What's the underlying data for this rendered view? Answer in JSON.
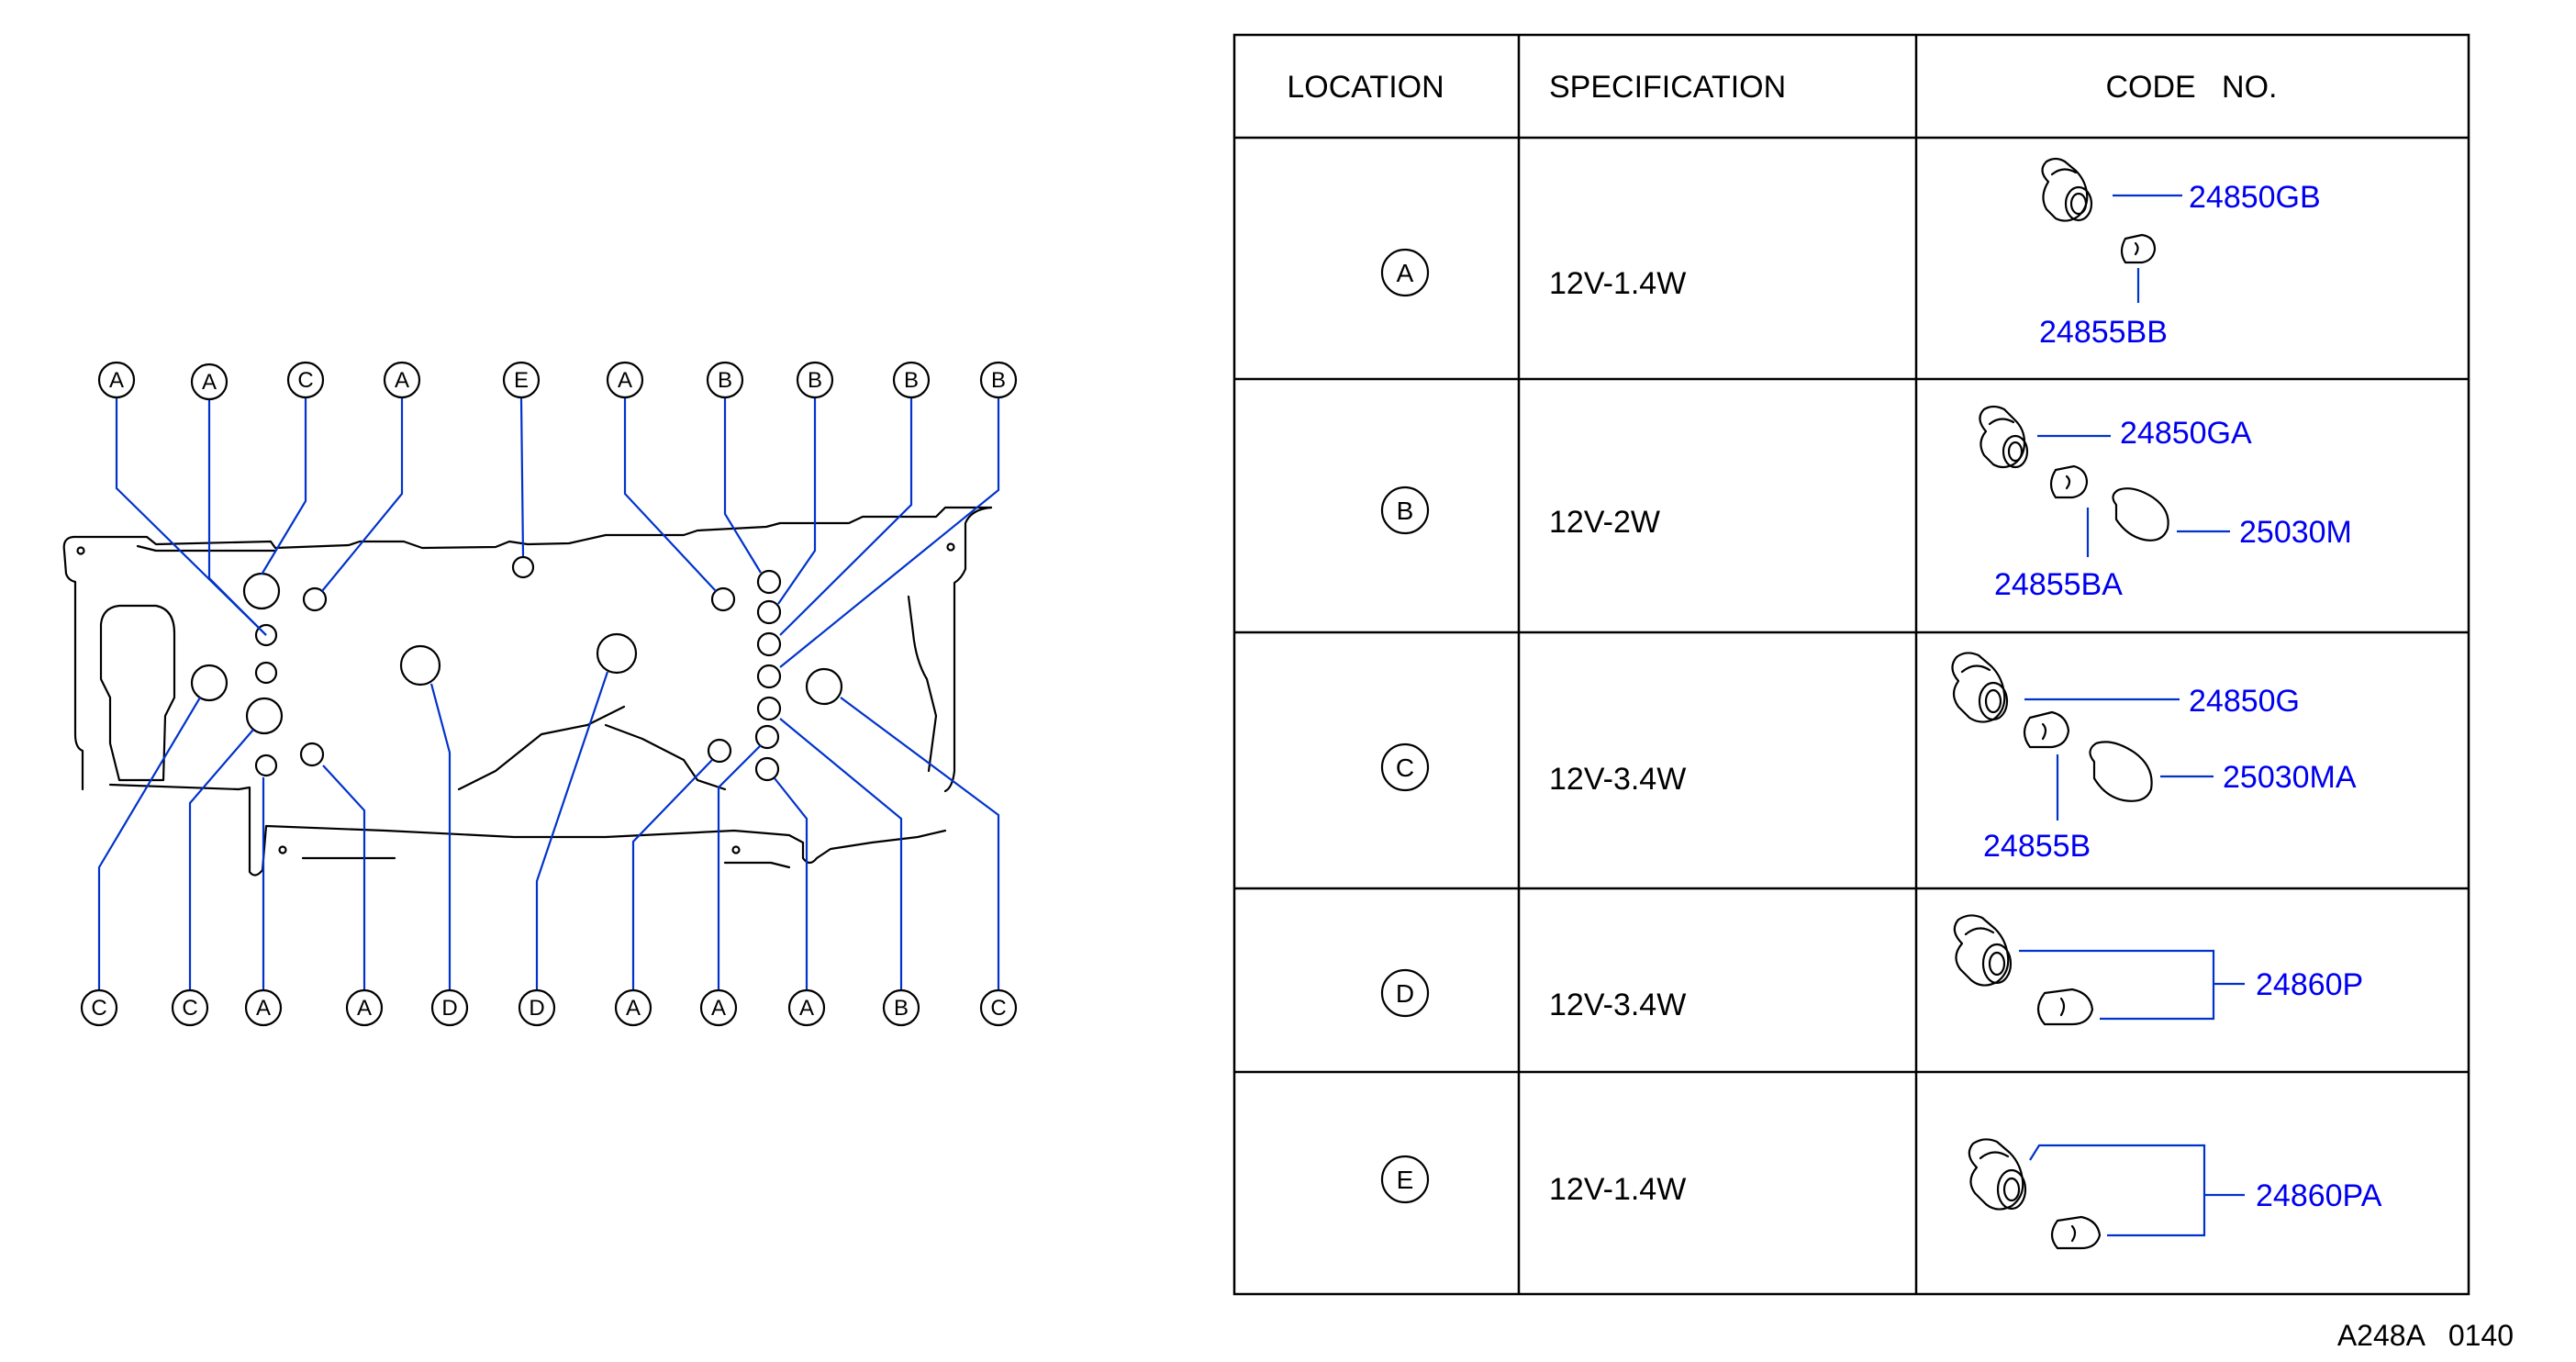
{
  "colors": {
    "ink": "#000000",
    "leader": "#0033cc",
    "part_code": "#0000ee"
  },
  "diagram": {
    "top_callouts": [
      "A",
      "A",
      "C",
      "A",
      "E",
      "A",
      "B",
      "B",
      "B",
      "B"
    ],
    "bottom_callouts": [
      "C",
      "C",
      "A",
      "A",
      "D",
      "D",
      "A",
      "A",
      "A",
      "B",
      "C"
    ]
  },
  "table": {
    "headers": {
      "location": "LOCATION",
      "specification": "SPECIFICATION",
      "code_no": "CODE   NO."
    },
    "rows": [
      {
        "location": "A",
        "spec": "12V-1.4W",
        "codes": [
          "24850GB",
          "24855BB"
        ]
      },
      {
        "location": "B",
        "spec": "12V-2W",
        "codes": [
          "24850GA",
          "25030M",
          "24855BA"
        ]
      },
      {
        "location": "C",
        "spec": "12V-3.4W",
        "codes": [
          "24850G",
          "25030MA",
          "24855B"
        ]
      },
      {
        "location": "D",
        "spec": "12V-3.4W",
        "codes": [
          "24860P"
        ]
      },
      {
        "location": "E",
        "spec": "12V-1.4W",
        "codes": [
          "24860PA"
        ]
      }
    ]
  },
  "footer": {
    "figure_code": "A248A   0140"
  }
}
